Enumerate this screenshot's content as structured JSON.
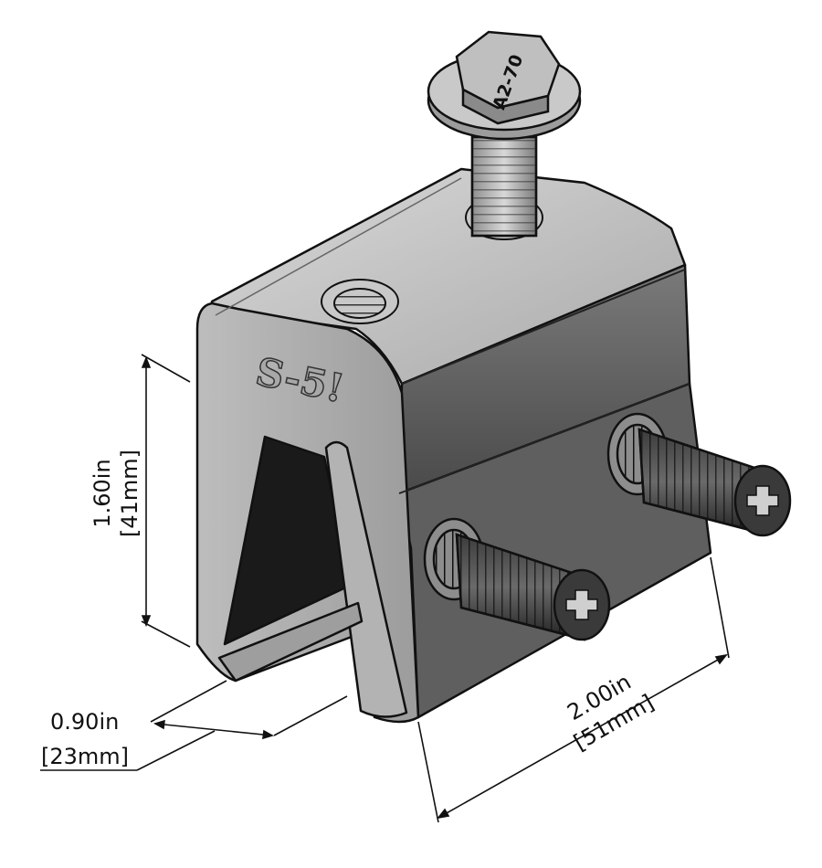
{
  "logo": {
    "text": "S-5!"
  },
  "bolt_head": {
    "marking": "A2-70"
  },
  "dimensions": {
    "height": {
      "imperial": "1.60in",
      "metric": "[41mm]"
    },
    "depth": {
      "imperial": "0.90in",
      "metric": "[23mm]"
    },
    "width": {
      "imperial": "2.00in",
      "metric": "[51mm]"
    }
  },
  "colors": {
    "metal_light": "#c9c9c9",
    "metal_mid": "#9a9a9a",
    "metal_dark": "#555555",
    "cavity": "#1a1a1a",
    "thread": "#3a3a3a"
  }
}
